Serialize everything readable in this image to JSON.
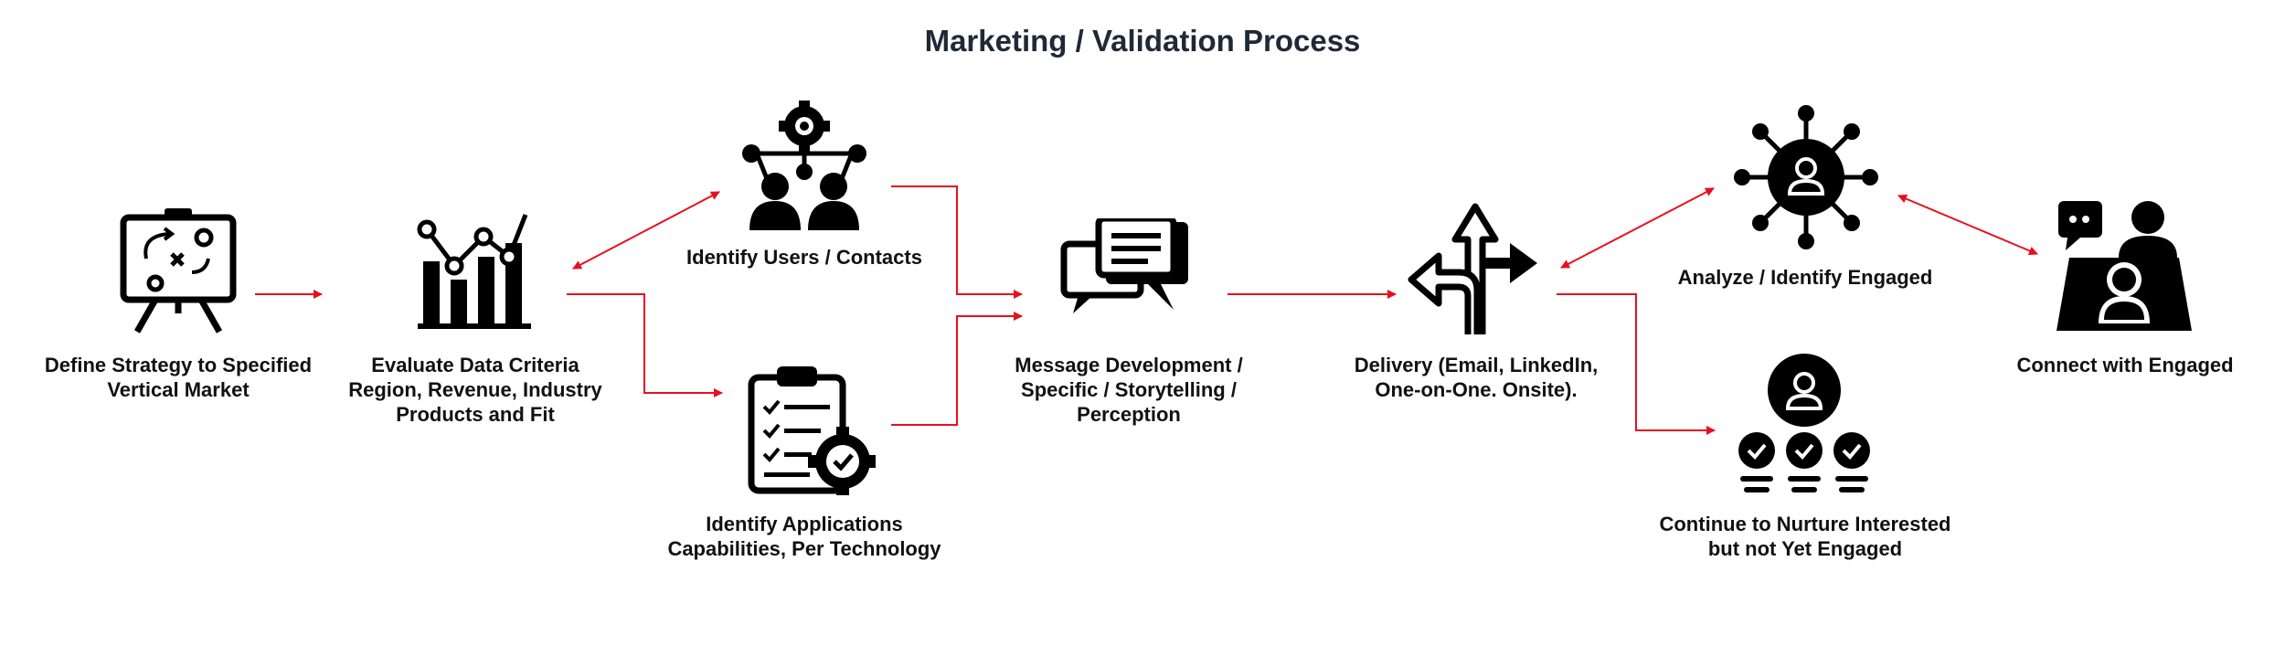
{
  "title": "Marketing / Validation Process",
  "colors": {
    "arrow": "#e8101e",
    "icon": "#000000",
    "text": "#111111"
  },
  "nodes": {
    "define_strategy": {
      "icon": "strategy-board-icon",
      "lines": [
        "Define Strategy to Specified",
        "Vertical Market"
      ]
    },
    "evaluate_data": {
      "icon": "bar-chart-icon",
      "lines": [
        "Evaluate Data Criteria",
        "Region, Revenue, Industry",
        "Products and Fit"
      ]
    },
    "identify_users": {
      "icon": "team-network-icon",
      "lines": [
        "Identify Users / Contacts"
      ]
    },
    "identify_applications": {
      "icon": "clipboard-checklist-gear-icon",
      "lines": [
        "Identify Applications",
        "Capabilities, Per Technology"
      ]
    },
    "message_development": {
      "icon": "chat-bubbles-icon",
      "lines": [
        "Message Development /",
        "Specific / Storytelling /",
        "Perception"
      ]
    },
    "delivery": {
      "icon": "direction-arrows-icon",
      "lines": [
        "Delivery (Email, LinkedIn,",
        "One-on-One. Onsite)."
      ]
    },
    "analyze_engaged": {
      "icon": "user-network-icon",
      "lines": [
        "Analyze / Identify Engaged"
      ]
    },
    "nurture": {
      "icon": "user-checklist-icon",
      "lines": [
        "Continue to Nurture Interested",
        "but not Yet Engaged"
      ]
    },
    "connect": {
      "icon": "meeting-users-icon",
      "lines": [
        "Connect with Engaged"
      ]
    }
  }
}
